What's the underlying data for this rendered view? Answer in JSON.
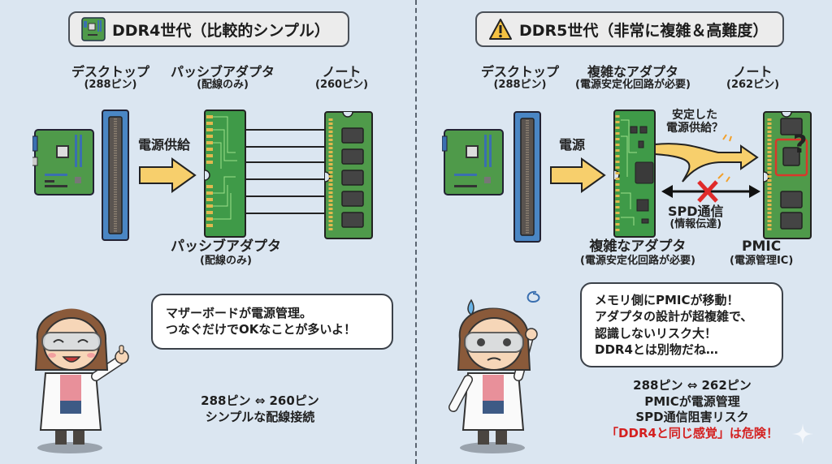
{
  "left": {
    "title": "DDR4世代（比較的シンプル）",
    "title_icon": "motherboard-icon",
    "labels": {
      "desktop": {
        "main": "デスクトップ",
        "sub": "(288ピン)"
      },
      "adapter_top": {
        "main": "パッシブアダプタ",
        "sub": "(配線のみ)"
      },
      "notebook": {
        "main": "ノート",
        "sub": "(260ピン)"
      },
      "power_supply": "電源供給",
      "adapter_bottom": {
        "main": "パッシブアダプタ",
        "sub": "(配線のみ)"
      }
    },
    "bubble": [
      "マザーボードが電源管理。",
      "つなぐだけでOKなことが多いよ！"
    ],
    "summary": [
      "288ピン ⇔ 260ピン",
      "シンプルな配線接続"
    ]
  },
  "right": {
    "title": "DDR5世代（非常に複雑＆高難度）",
    "title_icon": "warning-icon",
    "labels": {
      "desktop": {
        "main": "デスクトップ",
        "sub": "(288ピン)"
      },
      "adapter_top": {
        "main": "複雑なアダプタ",
        "sub": "(電源安定化回路が必要)"
      },
      "notebook": {
        "main": "ノート",
        "sub": "(262ピン)"
      },
      "power": "電源",
      "stable_power": [
        "安定した",
        "電源供給？"
      ],
      "question": "?",
      "spd": {
        "main": "SPD通信",
        "sub": "(情報伝達)"
      },
      "adapter_bottom": {
        "main": "複雑なアダプタ",
        "sub": "(電源安定化回路が必要)"
      },
      "pmic": {
        "main": "PMIC",
        "sub": "(電源管理IC)"
      }
    },
    "bubble": [
      "メモリ側にPMICが移動！",
      "アダプタの設計が超複雑で、",
      "認識しないリスク大！",
      "DDR4とは別物だね…"
    ],
    "summary": [
      "288ピン ⇔ 262ピン",
      "PMICが電源管理",
      "SPD通信阻害リスク"
    ],
    "warning": "「DDR4と同じ感覚」は危険！"
  },
  "colors": {
    "background": "#dbe6f1",
    "pcb_green": "#3f9a48",
    "slot_blue": "#4a86c4",
    "arrow_yellow": "#f7cf6c",
    "warning_red": "#d42020",
    "pmic_highlight": "#d9372b"
  }
}
